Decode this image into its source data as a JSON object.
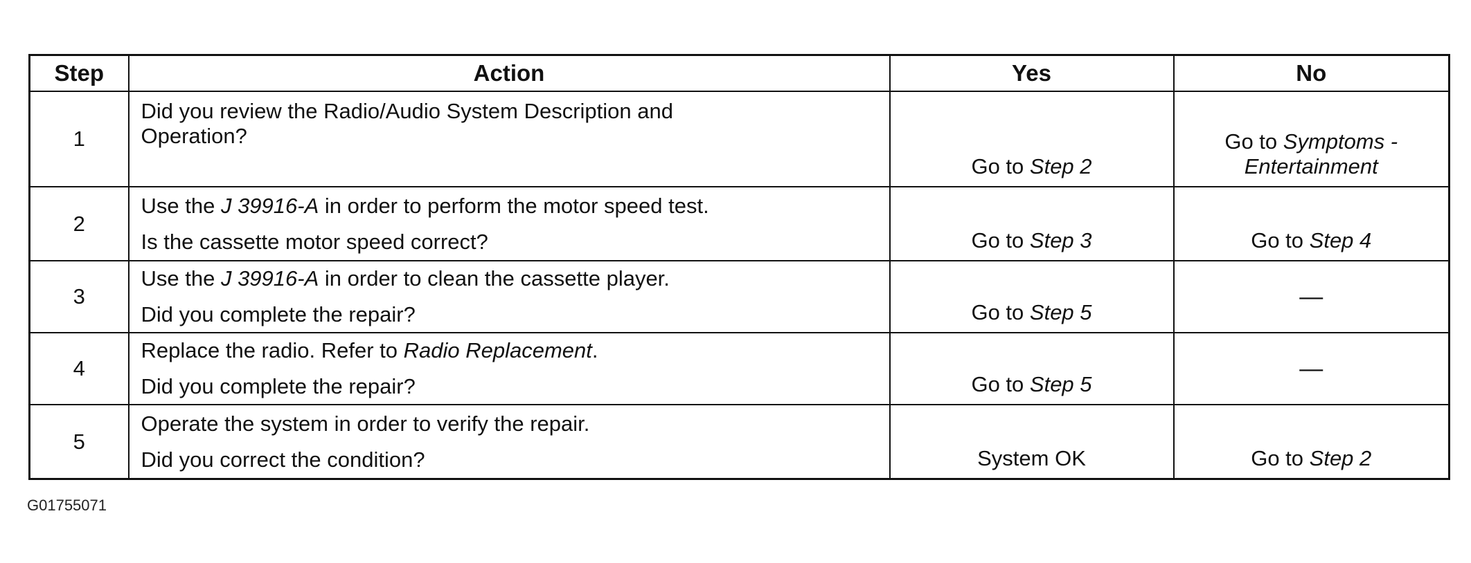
{
  "table": {
    "headers": {
      "step": "Step",
      "action": "Action",
      "yes": "Yes",
      "no": "No"
    },
    "rows": [
      {
        "step": "1",
        "action": [
          [
            {
              "t": "Did you review the Radio/Audio System Description and"
            }
          ],
          [
            {
              "t": "Operation?"
            }
          ]
        ],
        "yes": [
          {
            "t": "Go to "
          },
          {
            "t": "Step 2",
            "i": true
          }
        ],
        "no": [
          [
            {
              "t": "Go to "
            },
            {
              "t": "Symptoms -",
              "i": true
            }
          ],
          [
            {
              "t": "Entertainment",
              "i": true
            }
          ]
        ]
      },
      {
        "step": "2",
        "action": [
          [
            {
              "t": "Use the "
            },
            {
              "t": "J 39916-A",
              "i": true
            },
            {
              "t": " in order to perform the motor speed test."
            }
          ],
          [
            {
              "t": "Is the cassette motor speed correct?"
            }
          ]
        ],
        "yes": [
          {
            "t": "Go to "
          },
          {
            "t": "Step 3",
            "i": true
          }
        ],
        "no": [
          [
            {
              "t": "Go to "
            },
            {
              "t": "Step 4",
              "i": true
            }
          ]
        ]
      },
      {
        "step": "3",
        "action": [
          [
            {
              "t": "Use the "
            },
            {
              "t": "J 39916-A",
              "i": true
            },
            {
              "t": " in order to clean the cassette player."
            }
          ],
          [
            {
              "t": "Did you complete the repair?"
            }
          ]
        ],
        "yes": [
          {
            "t": "Go to "
          },
          {
            "t": "Step 5",
            "i": true
          }
        ],
        "no": "—"
      },
      {
        "step": "4",
        "action": [
          [
            {
              "t": "Replace the radio. Refer to "
            },
            {
              "t": "Radio Replacement",
              "i": true
            },
            {
              "t": "."
            }
          ],
          [
            {
              "t": "Did you complete the repair?"
            }
          ]
        ],
        "yes": [
          {
            "t": "Go to "
          },
          {
            "t": "Step 5",
            "i": true
          }
        ],
        "no": "—"
      },
      {
        "step": "5",
        "action": [
          [
            {
              "t": "Operate the system in order to verify the repair."
            }
          ],
          [
            {
              "t": "Did you correct the condition?"
            }
          ]
        ],
        "yes": [
          {
            "t": "System OK"
          }
        ],
        "no": [
          [
            {
              "t": "Go to "
            },
            {
              "t": "Step 2",
              "i": true
            }
          ]
        ]
      }
    ]
  },
  "figure_id": "G01755071"
}
